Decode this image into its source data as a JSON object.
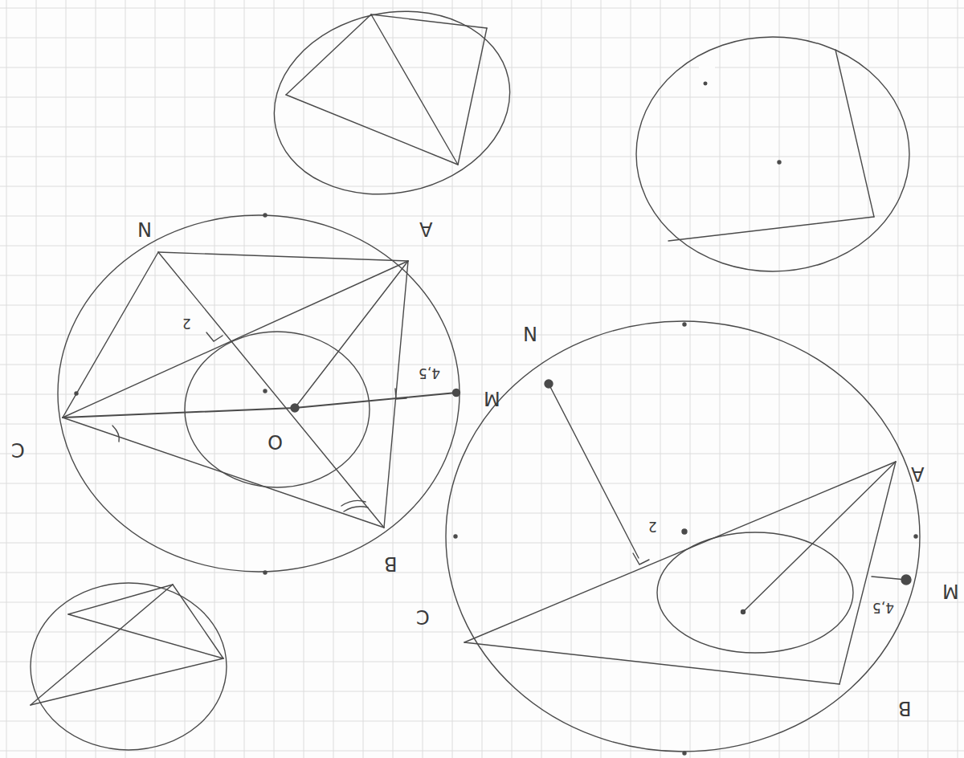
{
  "diagram": {
    "labels": [
      "N",
      "A",
      "C",
      "B",
      "O",
      "2",
      "4,5",
      "M",
      "N",
      "A",
      "C",
      "B",
      "M",
      "2",
      "4,5"
    ]
  }
}
